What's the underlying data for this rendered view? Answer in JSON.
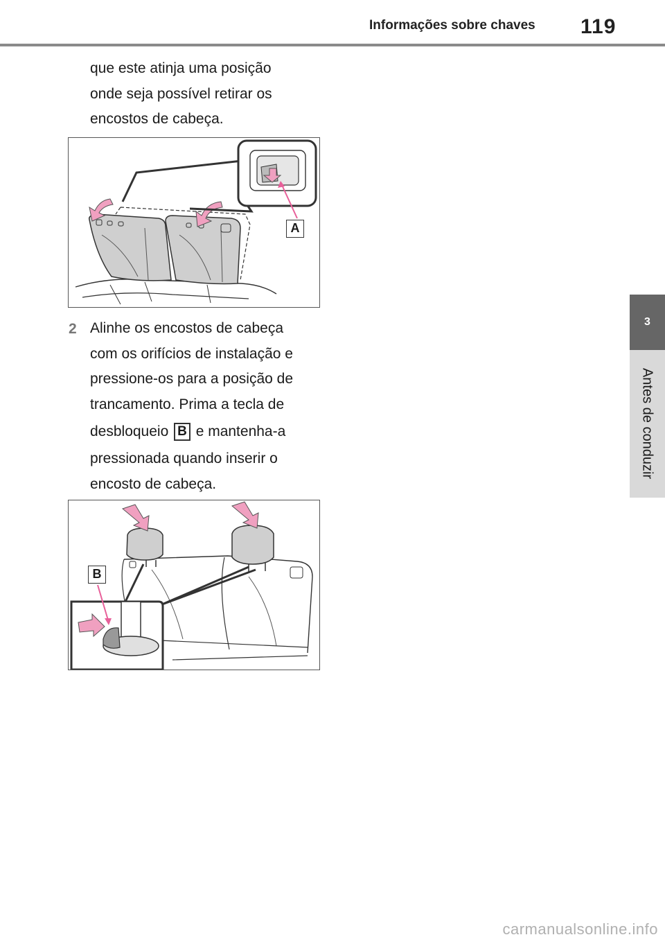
{
  "header": {
    "section_title": "Informações sobre chaves",
    "page_number": "119"
  },
  "side_tab": {
    "chapter_number": "3",
    "chapter_title": "Antes de conduzir"
  },
  "intro_text": [
    "que este atinja uma posição",
    "onde seja possível retirar os",
    "encostos de cabeça."
  ],
  "figure1": {
    "callout_label": "A"
  },
  "step2": {
    "number": "2",
    "lines": [
      "Alinhe os encostos de cabeça",
      "com os orifícios de instalação e",
      "pressione-os para a posição de",
      "trancamento. Prima a tecla de"
    ],
    "line5_before": "desbloqueio",
    "line5_label": "B",
    "line5_after": "e mantenha-a",
    "lines_end": [
      "pressionada quando inserir o",
      "encosto de cabeça."
    ]
  },
  "figure2": {
    "callout_label": "B"
  },
  "watermark": "carmanualsonline.info",
  "colors": {
    "accent_pink": "#e8609a",
    "arrow_pink": "#f0a0c0",
    "tab_dark": "#666666",
    "tab_light": "#d9d9d9"
  }
}
